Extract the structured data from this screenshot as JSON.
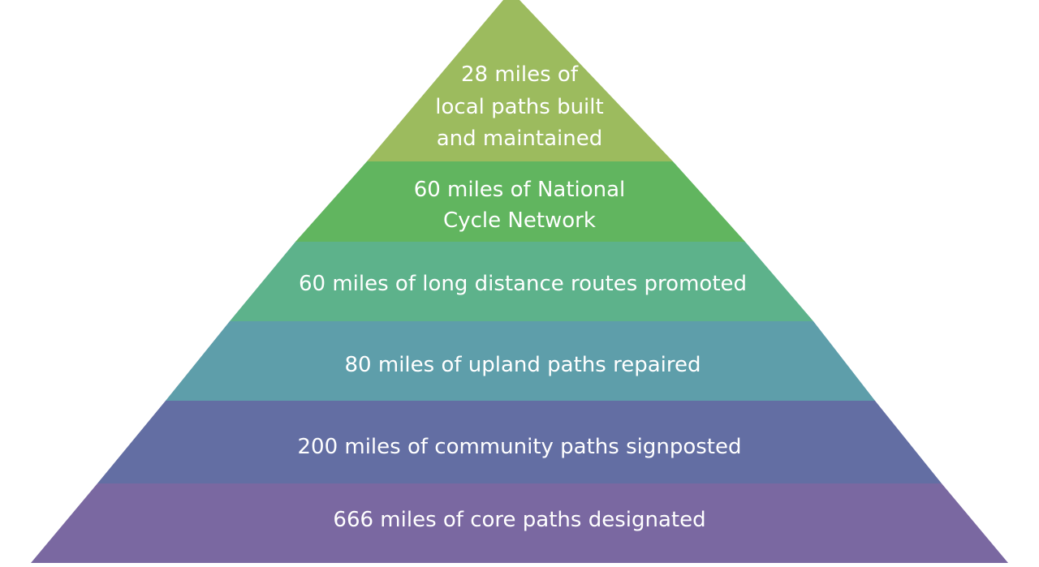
{
  "pyramid": {
    "tiers": [
      {
        "lines": [
          "28 miles of",
          "local paths built",
          "and maintained"
        ],
        "color": "#9cbb5e"
      },
      {
        "lines": [
          "60 miles of National",
          "Cycle Network"
        ],
        "color": "#61b55f"
      },
      {
        "lines": [
          "60 miles of long distance routes promoted"
        ],
        "color": "#5db28b"
      },
      {
        "lines": [
          "80 miles of upland paths repaired"
        ],
        "color": "#5e9eaa"
      },
      {
        "lines": [
          "200 miles of community paths signposted"
        ],
        "color": "#636ea3"
      },
      {
        "lines": [
          "666 miles of core paths designated"
        ],
        "color": "#7a68a1"
      }
    ]
  }
}
